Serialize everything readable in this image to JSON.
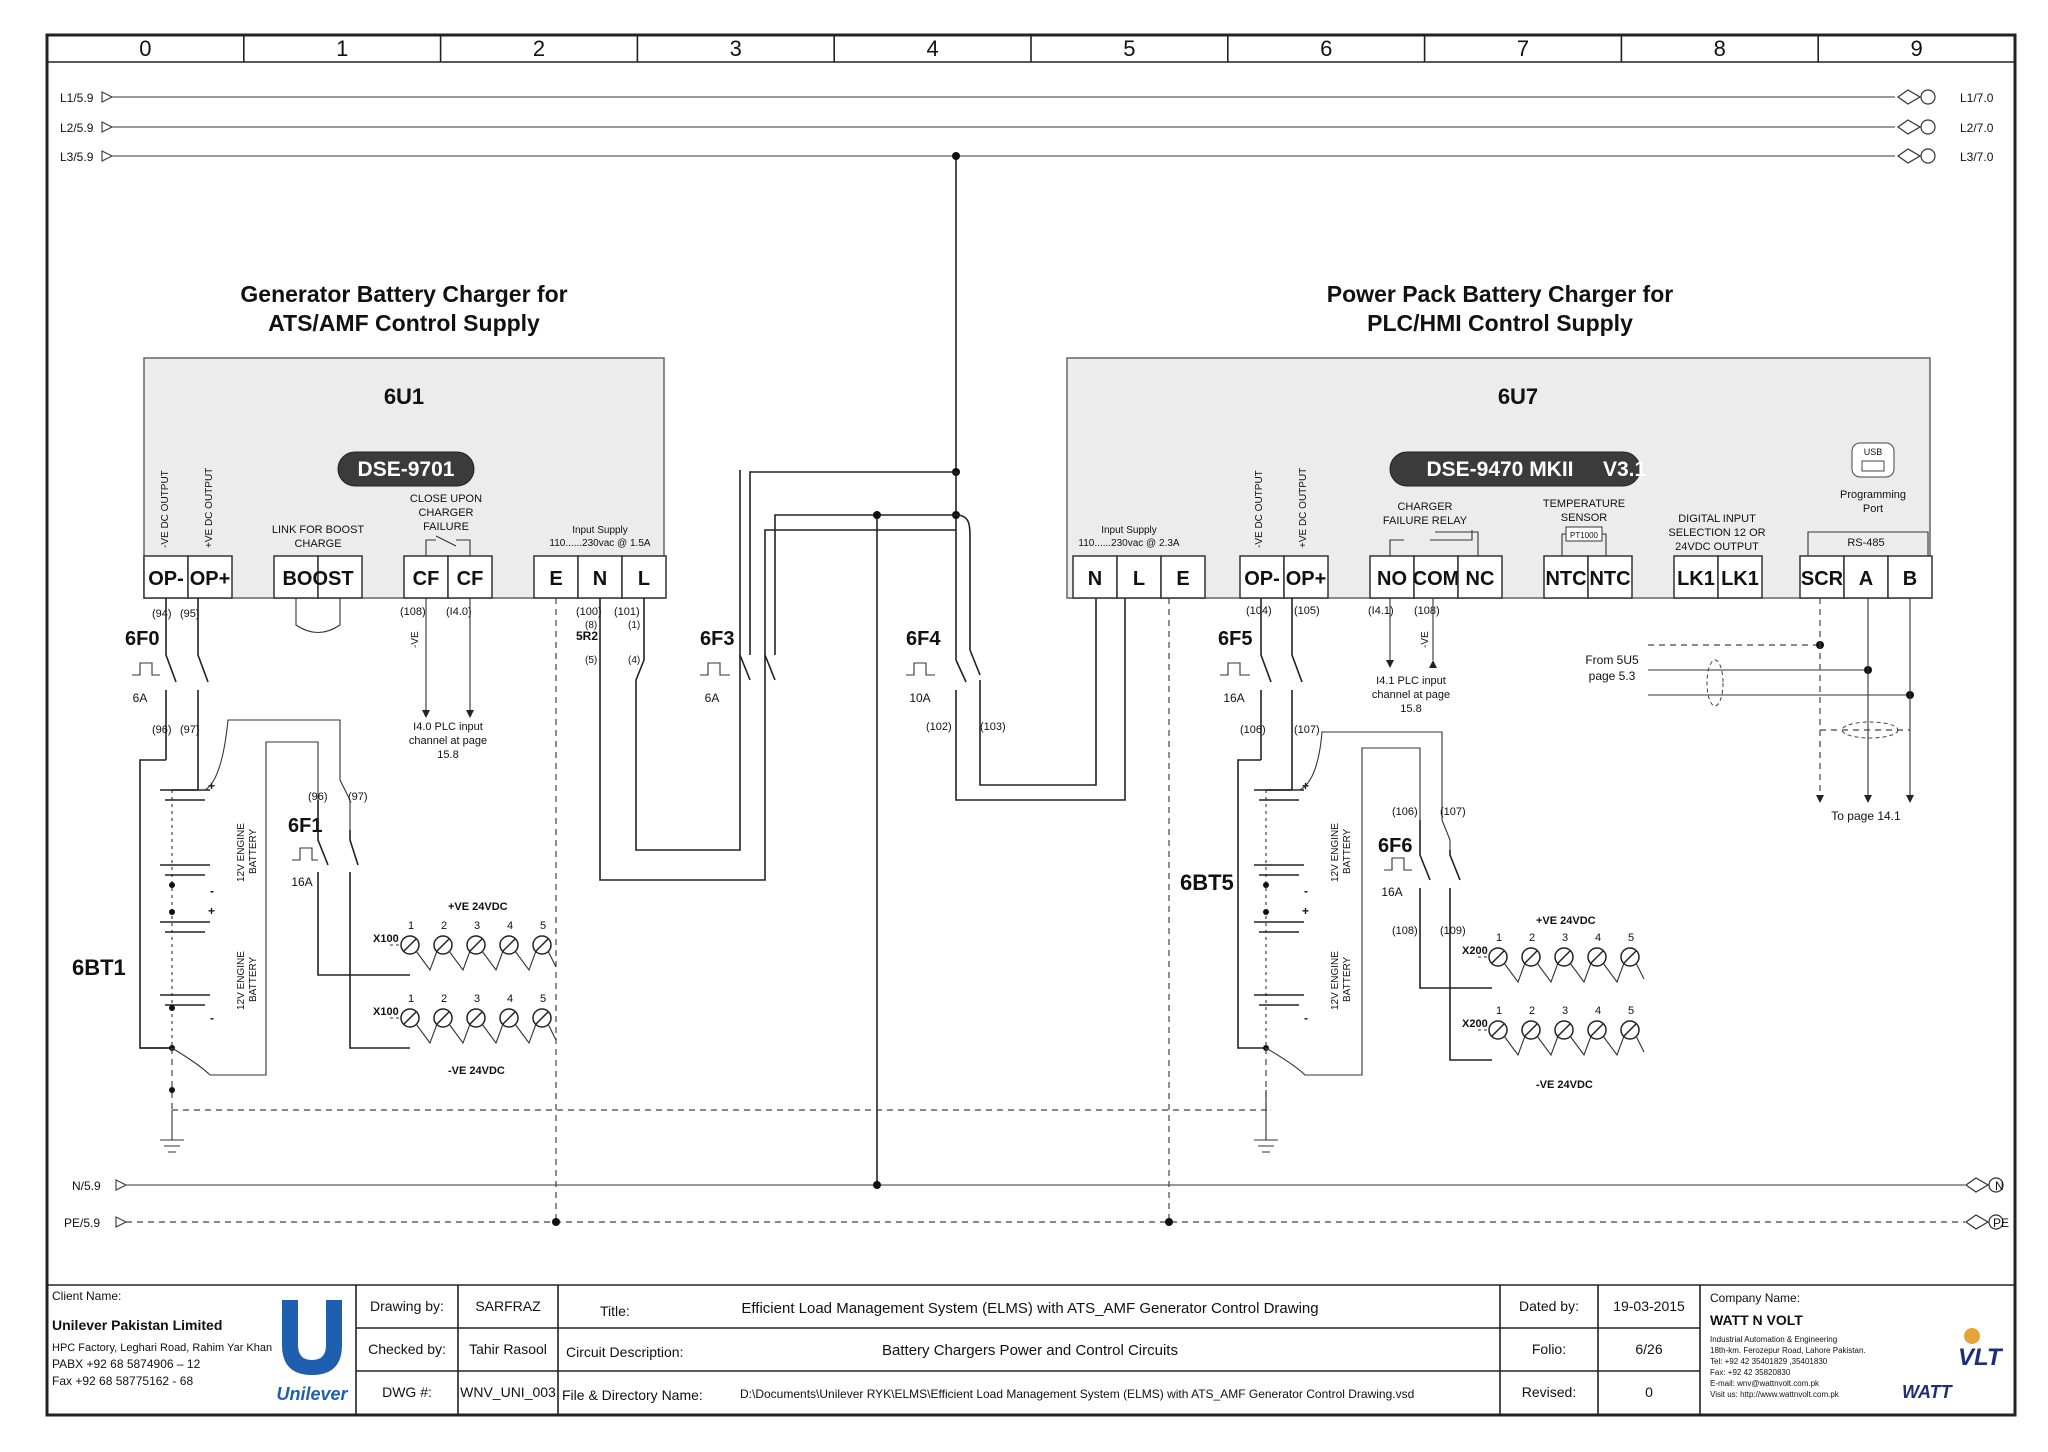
{
  "grid": {
    "columns": [
      "0",
      "1",
      "2",
      "3",
      "4",
      "5",
      "6",
      "7",
      "8",
      "9"
    ]
  },
  "lines": {
    "left": [
      "L1/5.9",
      "L2/5.9",
      "L3/5.9",
      "N/5.9",
      "PE/5.9"
    ],
    "right": [
      "L1/7.0",
      "L2/7.0",
      "L3/7.0",
      "N",
      "PE"
    ]
  },
  "charger_left": {
    "heading_1": "Generator Battery Charger for",
    "heading_2": "ATS/AMF Control Supply",
    "tag": "6U1",
    "model": "DSE-9701",
    "terminals": [
      "OP-",
      "OP+",
      "BOOST",
      "CF",
      "CF",
      "E",
      "N",
      "L"
    ],
    "op_minus_label": "-VE DC OUTPUT",
    "op_plus_label": "+VE DC OUTPUT",
    "boost_label_1": "LINK FOR BOOST",
    "boost_label_2": "CHARGE",
    "cf_label_1": "CLOSE UPON",
    "cf_label_2": "CHARGER",
    "cf_label_3": "FAILURE",
    "input_label_1": "Input Supply",
    "input_label_2": "110......230vac @ 1.5A",
    "wires": [
      "(94)",
      "(95)",
      "(108)",
      "(I4.0)",
      "(100)",
      "(101)",
      "(96)",
      "(97)",
      "(96)",
      "(97)"
    ],
    "neg_label": "-VE",
    "plc_note_1": "I4.0 PLC input",
    "plc_note_2": "channel at page",
    "plc_note_3": "15.8",
    "relay_tag": "5R2",
    "relay_pins": [
      "(8)",
      "(5)",
      "(1)",
      "(4)"
    ]
  },
  "charger_right": {
    "heading_1": "Power Pack Battery Charger for",
    "heading_2": "PLC/HMI Control Supply",
    "tag": "6U7",
    "model": "DSE-9470 MKII",
    "model_ver": "V3.1",
    "terminals": [
      "N",
      "L",
      "E",
      "OP-",
      "OP+",
      "NO",
      "COM",
      "NC",
      "NTC",
      "NTC",
      "LK1",
      "LK1",
      "SCR",
      "A",
      "B"
    ],
    "input_label_1": "Input Supply",
    "input_label_2": "110......230vac @ 2.3A",
    "op_minus_label": "-VE DC OUTPUT",
    "op_plus_label": "+VE DC OUTPUT",
    "relay_label_1": "CHARGER",
    "relay_label_2": "FAILURE RELAY",
    "temp_label_1": "TEMPERATURE",
    "temp_label_2": "SENSOR",
    "pt": "PT1000",
    "dig_label_1": "DIGITAL INPUT",
    "dig_label_2": "SELECTION  12 OR",
    "dig_label_3": "24VDC OUTPUT",
    "usb": "USB",
    "prog_1": "Programming",
    "prog_2": "Port",
    "rs485": "RS-485",
    "wires": [
      "(104)",
      "(105)",
      "(I4.1)",
      "(108)",
      "(106)",
      "(107)",
      "(106)",
      "(107)",
      "(108)",
      "(109)"
    ],
    "neg_label": "-VE",
    "plc_note_1": "I4.1 PLC input",
    "plc_note_2": "channel at page",
    "plc_note_3": "15.8",
    "from_1": "From 5U5",
    "from_2": "page 5.3",
    "to_page": "To page 14.1"
  },
  "breakers": {
    "f0": {
      "tag": "6F0",
      "rating": "6A"
    },
    "f1": {
      "tag": "6F1",
      "rating": "16A"
    },
    "f3": {
      "tag": "6F3",
      "rating": "6A"
    },
    "f4": {
      "tag": "6F4",
      "rating": "10A",
      "w1": "(102)",
      "w2": "(103)"
    },
    "f5": {
      "tag": "6F5",
      "rating": "16A"
    },
    "f6": {
      "tag": "6F6",
      "rating": "16A"
    }
  },
  "batteries": {
    "left": "6BT1",
    "right": "6BT5",
    "cell_label_1": "12V ENGINE",
    "cell_label_2": "BATTERY",
    "plus": "+",
    "minus": "-"
  },
  "terminal_strips": {
    "left_tag": "X100",
    "right_tag": "X200",
    "numbers": [
      "1",
      "2",
      "3",
      "4",
      "5"
    ],
    "pos_label": "+VE 24VDC",
    "neg_label": "-VE 24VDC"
  },
  "title_block": {
    "client_label": "Client Name:",
    "client_name": "Unilever Pakistan Limited",
    "client_addr": "HPC Factory, Leghari Road, Rahim Yar Khan",
    "client_pabx": "PABX +92 68 5874906 – 12",
    "client_fax": "Fax +92 68 58775162 - 68",
    "client_logo": "Unilever",
    "drawn_label": "Drawing by:",
    "drawn_value": "SARFRAZ",
    "checked_label": "Checked by:",
    "checked_value": "Tahir Rasool",
    "dwg_label": "DWG #:",
    "dwg_value": "WNV_UNI_003",
    "title_label": "Title:",
    "title_value": "Efficient Load Management System (ELMS) with ATS_AMF Generator Control Drawing",
    "circuit_label": "Circuit Description:",
    "circuit_value": "Battery Chargers Power and Control Circuits",
    "file_label": "File & Directory Name:",
    "file_value": "D:\\Documents\\Unilever RYK\\ELMS\\Efficient Load Management System (ELMS) with ATS_AMF Generator Control Drawing.vsd",
    "dated_label": "Dated by:",
    "dated_value": "19-03-2015",
    "folio_label": "Folio:",
    "folio_value": "6/26",
    "revised_label": "Revised:",
    "revised_value": "0",
    "company_label": "Company Name:",
    "company_name": "WATT N VOLT",
    "company_1": "Industrial Automation & Engineering",
    "company_2": "18th-km. Ferozepur Road, Lahore Pakistan.",
    "company_3": "Tel: +92 42  35401829 ,35401830",
    "company_4": "Fax: +92 42  35820830",
    "company_5": "E-mail: wnv@wattnvolt.com.pk",
    "company_6": "Visit us: http://www.wattnvolt.com.pk",
    "logo_watt": "WATT",
    "logo_volt": "VLT"
  }
}
